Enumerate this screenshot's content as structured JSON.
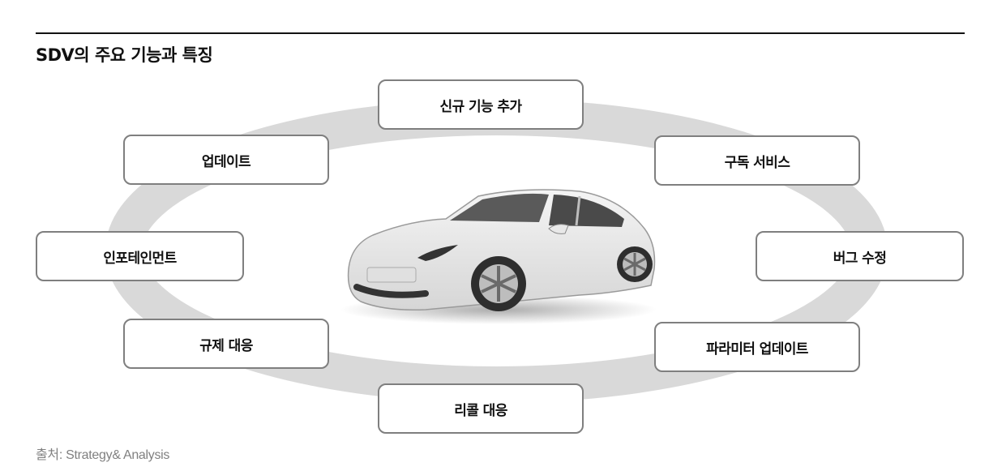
{
  "header": {
    "title": "SDV의 주요 기능과 특징"
  },
  "diagram": {
    "center": {
      "icon": "car-icon",
      "label": ""
    },
    "ring_color": "#d9d9d9",
    "box_border_color": "#7f7f7f",
    "features": [
      {
        "id": "new-features",
        "label": "신규 기능 추가"
      },
      {
        "id": "subscription",
        "label": "구독 서비스"
      },
      {
        "id": "bug-fix",
        "label": "버그 수정"
      },
      {
        "id": "parameter-update",
        "label": "파라미터 업데이트"
      },
      {
        "id": "recall",
        "label": "리콜 대응"
      },
      {
        "id": "regulation",
        "label": "규제 대응"
      },
      {
        "id": "infotainment",
        "label": "인포테인먼트"
      },
      {
        "id": "update",
        "label": "업데이트"
      }
    ]
  },
  "footer": {
    "source": "출처: Strategy& Analysis"
  }
}
